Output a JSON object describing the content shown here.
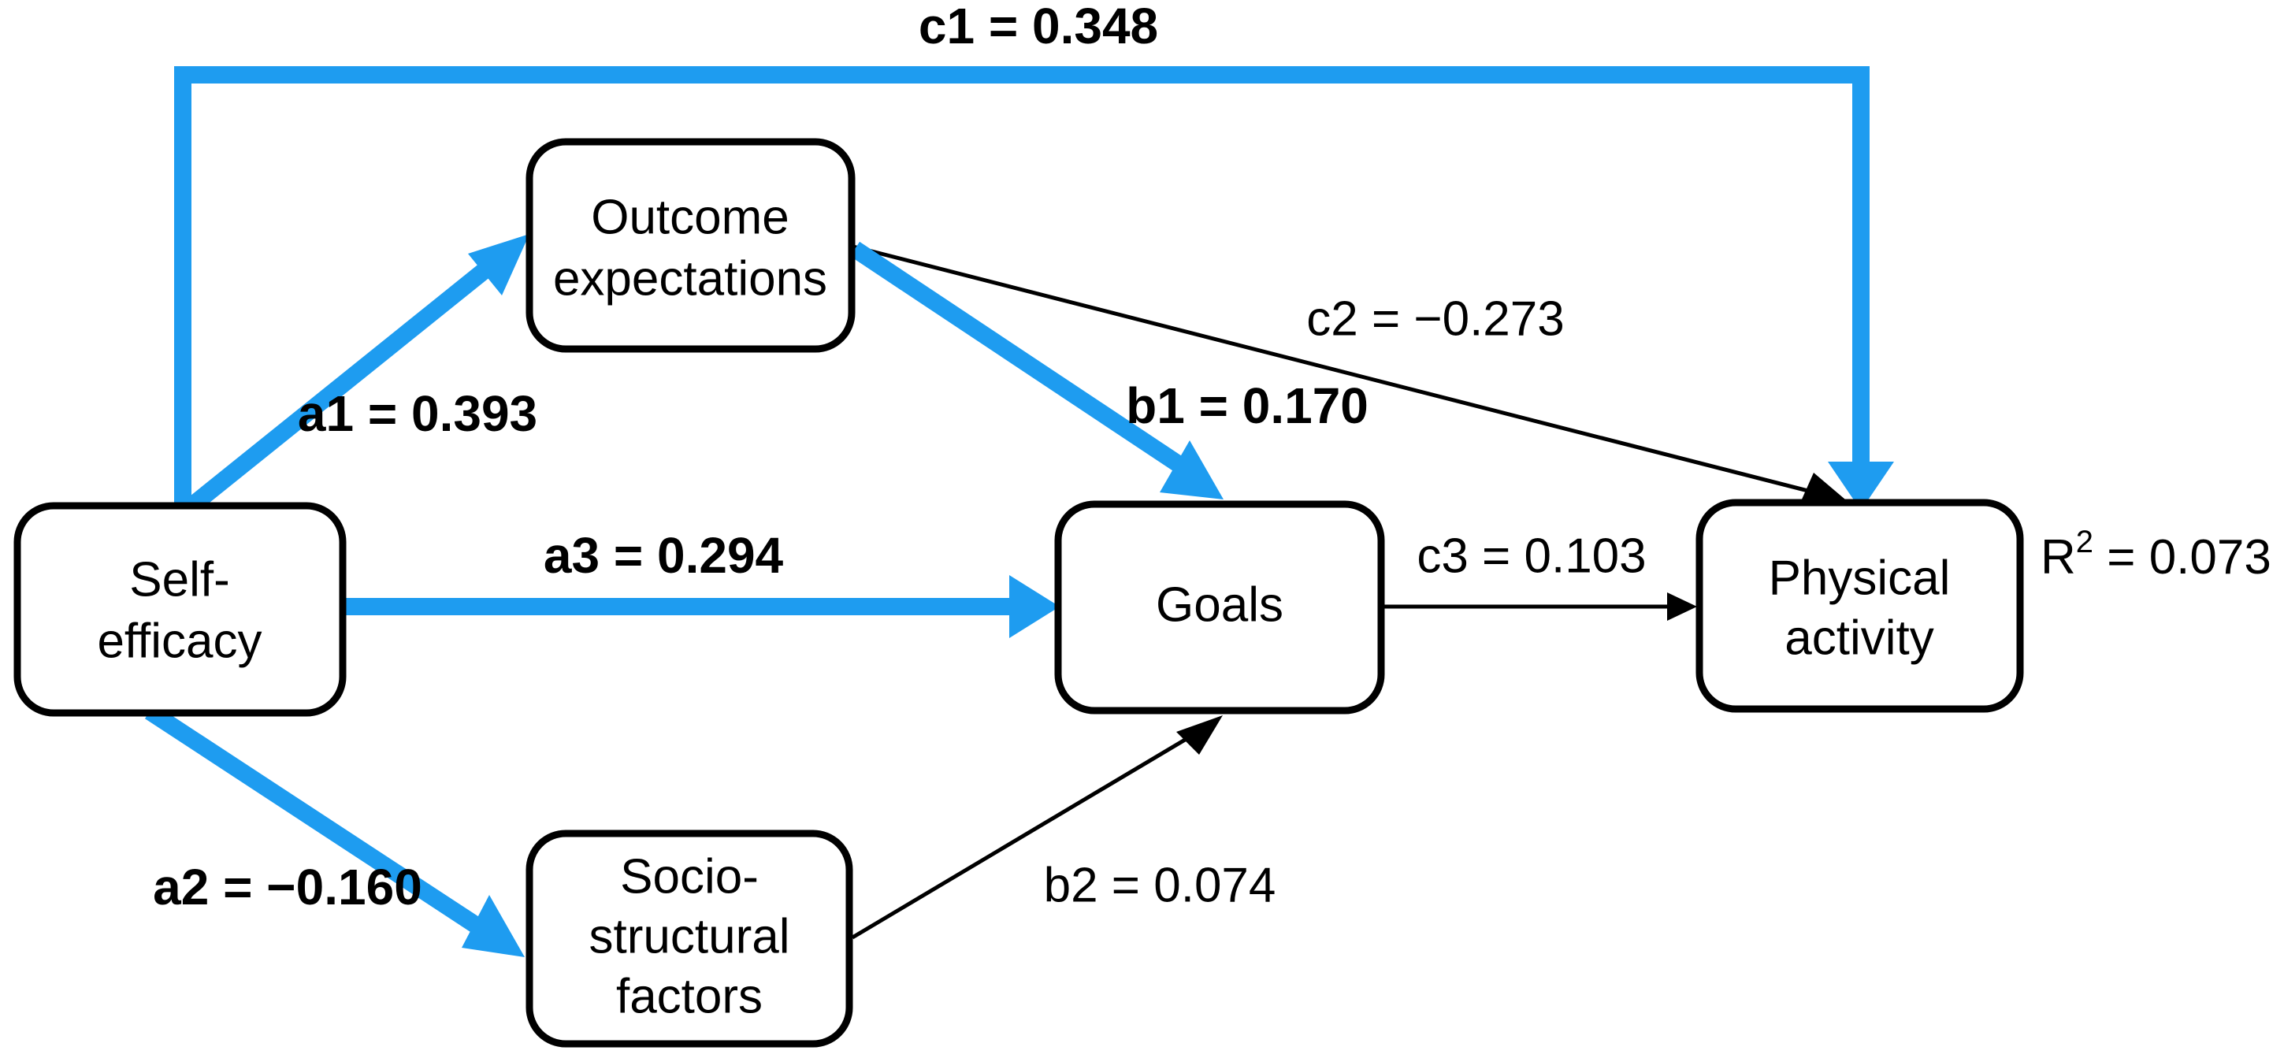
{
  "diagram": {
    "title": "Social cognitive theory mediation path model for physical activity",
    "type": "path-diagram",
    "colors": {
      "significant_path": "#1E9CF0",
      "nonsignificant_path": "#000000",
      "node_border": "#000000",
      "node_fill": "#FFFFFF",
      "background": "#FFFFFF"
    },
    "nodes": [
      {
        "id": "self_efficacy",
        "label_line1": "Self-",
        "label_line2": "efficacy",
        "label_line3": ""
      },
      {
        "id": "outcome_exp",
        "label_line1": "Outcome",
        "label_line2": "expectations",
        "label_line3": ""
      },
      {
        "id": "goals",
        "label_line1": "Goals",
        "label_line2": "",
        "label_line3": ""
      },
      {
        "id": "socio_structural",
        "label_line1": "Socio-",
        "label_line2": "structural",
        "label_line3": "factors"
      },
      {
        "id": "physical_activity",
        "label_line1": "Physical",
        "label_line2": "activity",
        "label_line3": ""
      }
    ],
    "edges": [
      {
        "id": "c1",
        "label": "c1 = 0.348",
        "from": "self_efficacy",
        "to": "physical_activity",
        "style": "significant",
        "weight": "bold",
        "value": 0.348
      },
      {
        "id": "a1",
        "label": "a1 = 0.393",
        "from": "self_efficacy",
        "to": "outcome_exp",
        "style": "significant",
        "weight": "bold",
        "value": 0.393
      },
      {
        "id": "b1",
        "label": "b1 = 0.170",
        "from": "outcome_exp",
        "to": "goals",
        "style": "significant",
        "weight": "bold",
        "value": 0.17
      },
      {
        "id": "a3",
        "label": "a3 = 0.294",
        "from": "self_efficacy",
        "to": "goals",
        "style": "significant",
        "weight": "bold",
        "value": 0.294
      },
      {
        "id": "a2",
        "label": "a2 = −0.160",
        "from": "self_efficacy",
        "to": "socio_structural",
        "style": "significant",
        "weight": "bold",
        "value": -0.16
      },
      {
        "id": "c2",
        "label": "c2 =  −0.273",
        "from": "outcome_exp",
        "to": "physical_activity",
        "style": "nonsignificant",
        "weight": "normal",
        "value": -0.273
      },
      {
        "id": "c3",
        "label": "c3 = 0.103",
        "from": "goals",
        "to": "physical_activity",
        "style": "nonsignificant",
        "weight": "normal",
        "value": 0.103
      },
      {
        "id": "b2",
        "label": "b2 = 0.074",
        "from": "socio_structural",
        "to": "goals",
        "style": "nonsignificant",
        "weight": "normal",
        "value": 0.074
      }
    ],
    "annotations": [
      {
        "id": "r2",
        "prefix": "R",
        "superscript": "2",
        "suffix": " = 0.073",
        "value": 0.073,
        "attached_to": "physical_activity"
      }
    ]
  }
}
